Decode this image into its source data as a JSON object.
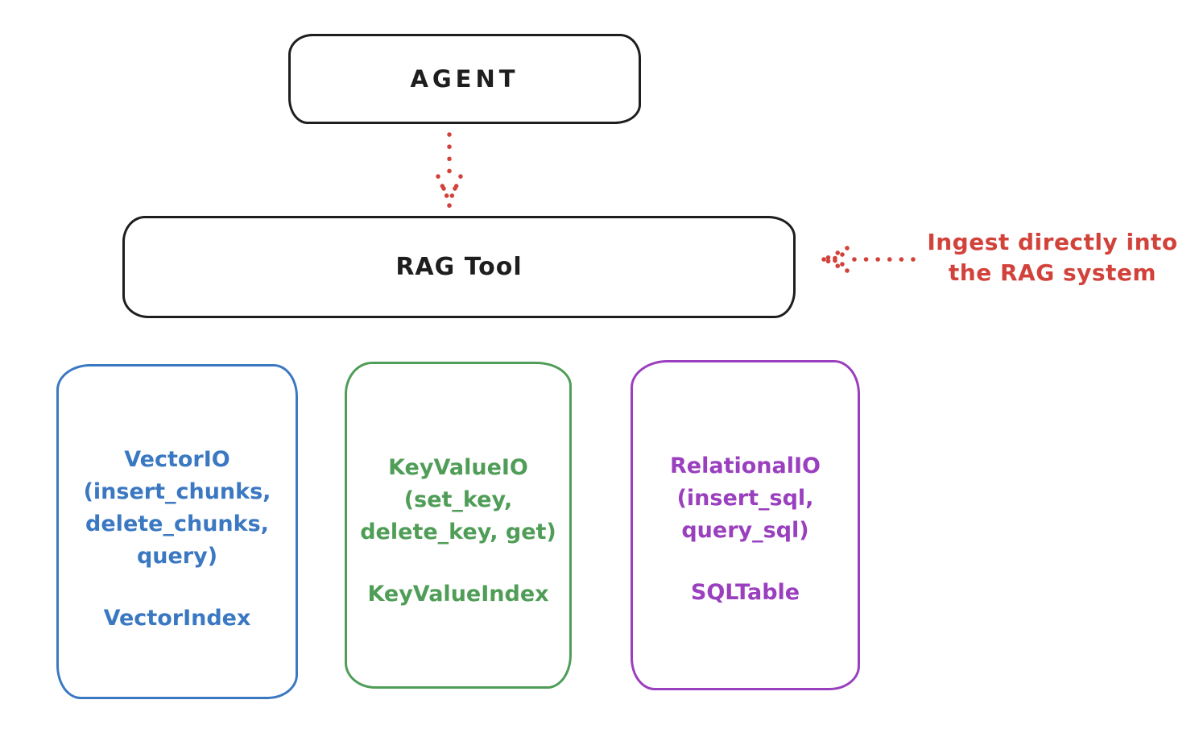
{
  "diagram": {
    "agent": {
      "label": "AGENT"
    },
    "rag_tool": {
      "label": "RAG Tool"
    },
    "annotation": {
      "line1": "Ingest directly into",
      "line2": "the RAG system"
    },
    "backends": [
      {
        "name": "vector-io",
        "lines": [
          "VectorIO",
          "(insert_chunks,",
          "delete_chunks,",
          "query)"
        ],
        "index_label": "VectorIndex",
        "color": "#3b78c2"
      },
      {
        "name": "keyvalue-io",
        "lines": [
          "KeyValueIO",
          "(set_key,",
          "delete_key, get)"
        ],
        "index_label": "KeyValueIndex",
        "color": "#4f9d57"
      },
      {
        "name": "relational-io",
        "lines": [
          "RelationalIO",
          "(insert_sql,",
          "query_sql)"
        ],
        "index_label": "SQLTable",
        "color": "#9a3fbe"
      }
    ],
    "colors": {
      "stroke_black": "#1e1e1e",
      "arrow_red": "#d2423a",
      "background": "#ffffff"
    }
  }
}
